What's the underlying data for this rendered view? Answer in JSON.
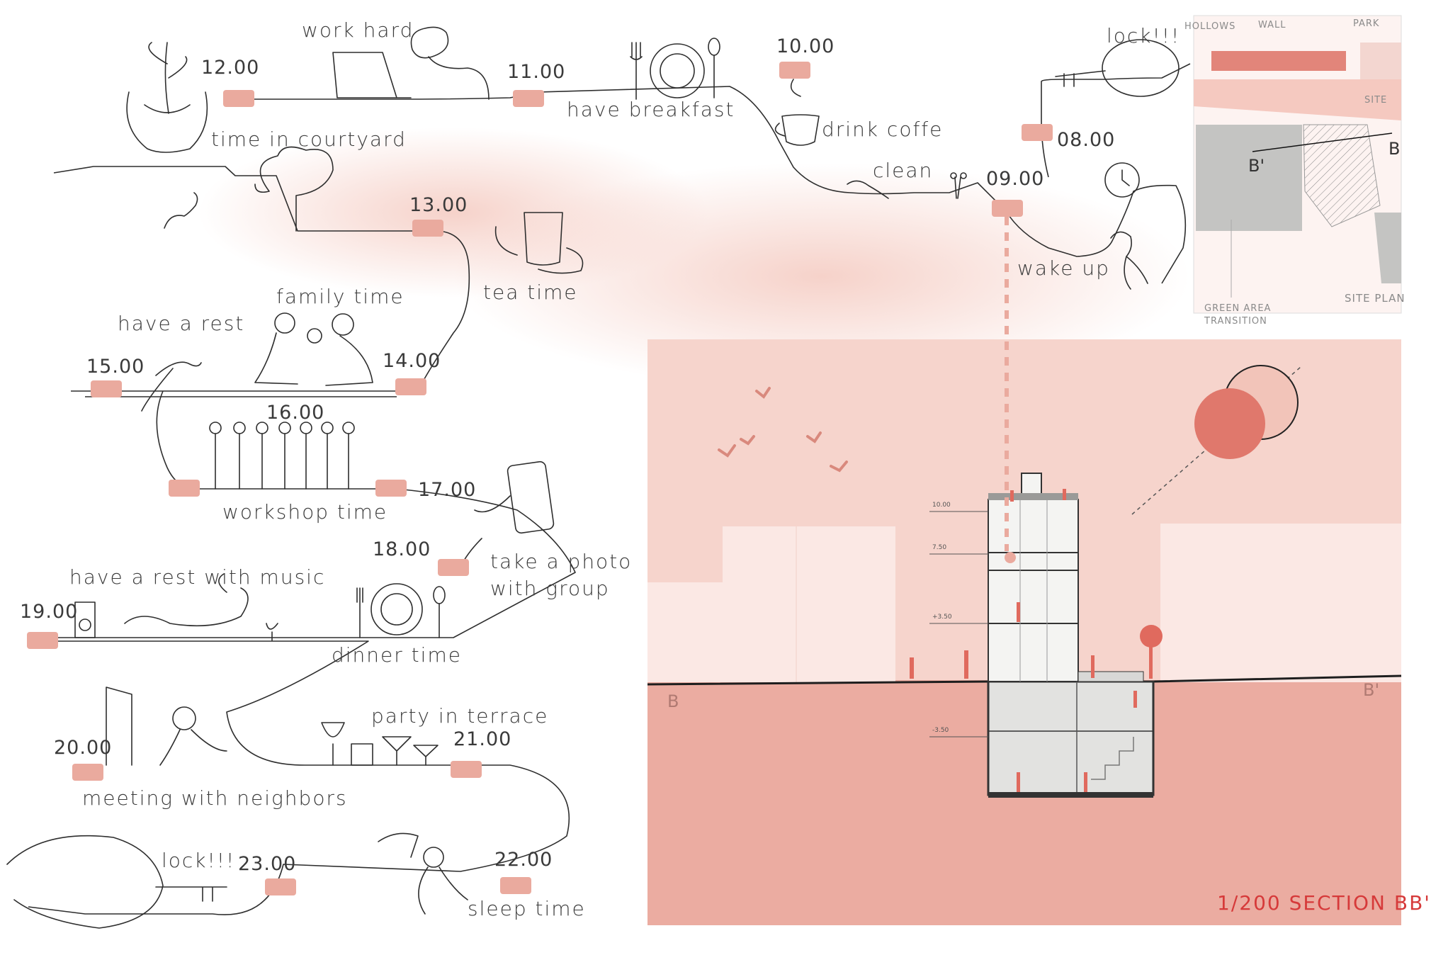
{
  "timeline": [
    {
      "time": "12.00",
      "activity": "time in courtyard"
    },
    {
      "time": "",
      "activity": "work hard"
    },
    {
      "time": "11.00",
      "activity": "have breakfast"
    },
    {
      "time": "10.00",
      "activity": "drink coffe"
    },
    {
      "time": "",
      "activity": "clean"
    },
    {
      "time": "09.00",
      "activity": "wake up"
    },
    {
      "time": "08.00",
      "activity": "lock!!!"
    },
    {
      "time": "13.00",
      "activity": "tea time"
    },
    {
      "time": "14.00",
      "activity": "family time"
    },
    {
      "time": "15.00",
      "activity": "have a rest"
    },
    {
      "time": "16.00",
      "activity": "workshop time"
    },
    {
      "time": "17.00",
      "activity": "take a photo"
    },
    {
      "time": "",
      "activity": "with group"
    },
    {
      "time": "18.00",
      "activity": "dinner time"
    },
    {
      "time": "19.00",
      "activity": "have a rest with music"
    },
    {
      "time": "20.00",
      "activity": "meeting with neighbors"
    },
    {
      "time": "21.00",
      "activity": "party in terrace"
    },
    {
      "time": "22.00",
      "activity": "sleep time"
    },
    {
      "time": "23.00",
      "activity": "lock!!!"
    }
  ],
  "site_plan": {
    "labels": [
      "HOLLOWS",
      "WALL",
      "PARK",
      "SITE",
      "GREEN AREA",
      "TRANSITION",
      "SITE PLAN"
    ],
    "section_marks": [
      "B'",
      "B"
    ]
  },
  "section": {
    "title": "1/200 SECTION BB'",
    "left_mark": "B",
    "right_mark": "B'",
    "levels": [
      "10.00",
      "7.50",
      "+3.50",
      "-3.50"
    ]
  },
  "colors": {
    "accent": "#eaaa9e",
    "sky": "#f6d4cc",
    "ground": "#ebaca1",
    "sun": "#e0786c",
    "title_red": "#d63a3a",
    "line": "#2e2e2e"
  }
}
